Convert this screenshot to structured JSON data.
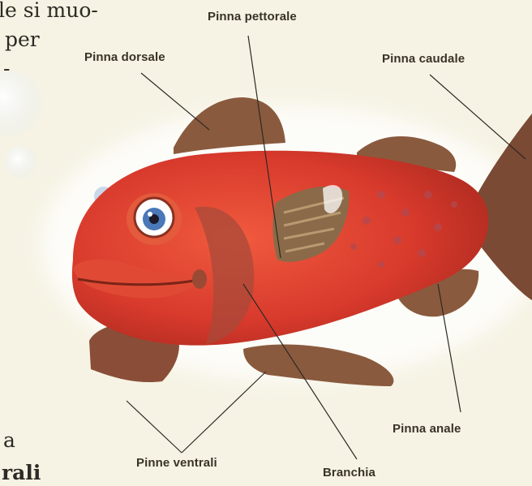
{
  "body_text": {
    "line1": "le si muo-",
    "line2": "per",
    "line3": "-",
    "line4": "a",
    "line5": "rali"
  },
  "labels": {
    "pinna_pettorale": "Pinna pettorale",
    "pinna_dorsale": "Pinna dorsale",
    "pinna_caudale": "Pinna caudale",
    "pinna_anale": "Pinna anale",
    "pinne_ventrali": "Pinne ventrali",
    "branchia": "Branchia"
  },
  "colors": {
    "page_background": "#f6f3e4",
    "fish_body": "#d93a2c",
    "fins": "#8a5a3e",
    "label_text": "#3a3226"
  }
}
